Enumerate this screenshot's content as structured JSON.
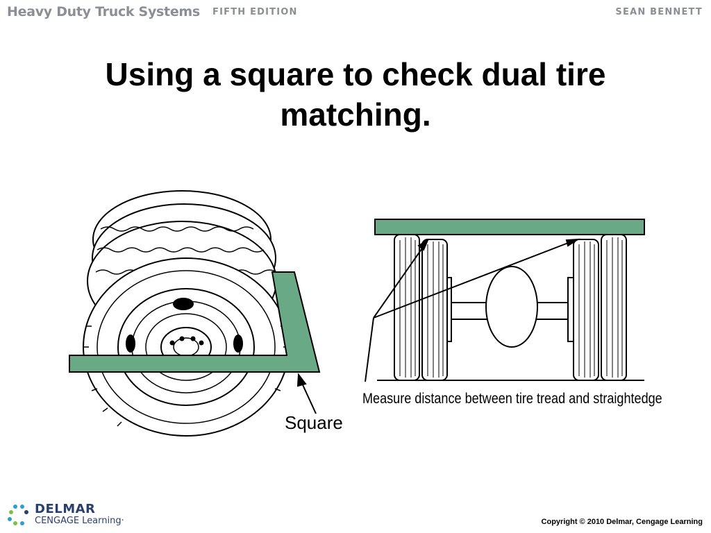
{
  "header": {
    "book_title": "Heavy Duty Truck Systems",
    "edition": "FIFTH EDITION",
    "author": "SEAN BENNETT"
  },
  "slide": {
    "title": "Using a square to check dual tire matching."
  },
  "figure": {
    "square_label": "Square",
    "caption": "Measure distance between tire tread and straightedge",
    "square_color": "#6aa986"
  },
  "footer": {
    "logo_brand": "DELMAR",
    "logo_sub": "CENGAGE Learning·",
    "copyright": "Copyright © 2010 Delmar, Cengage Learning"
  }
}
